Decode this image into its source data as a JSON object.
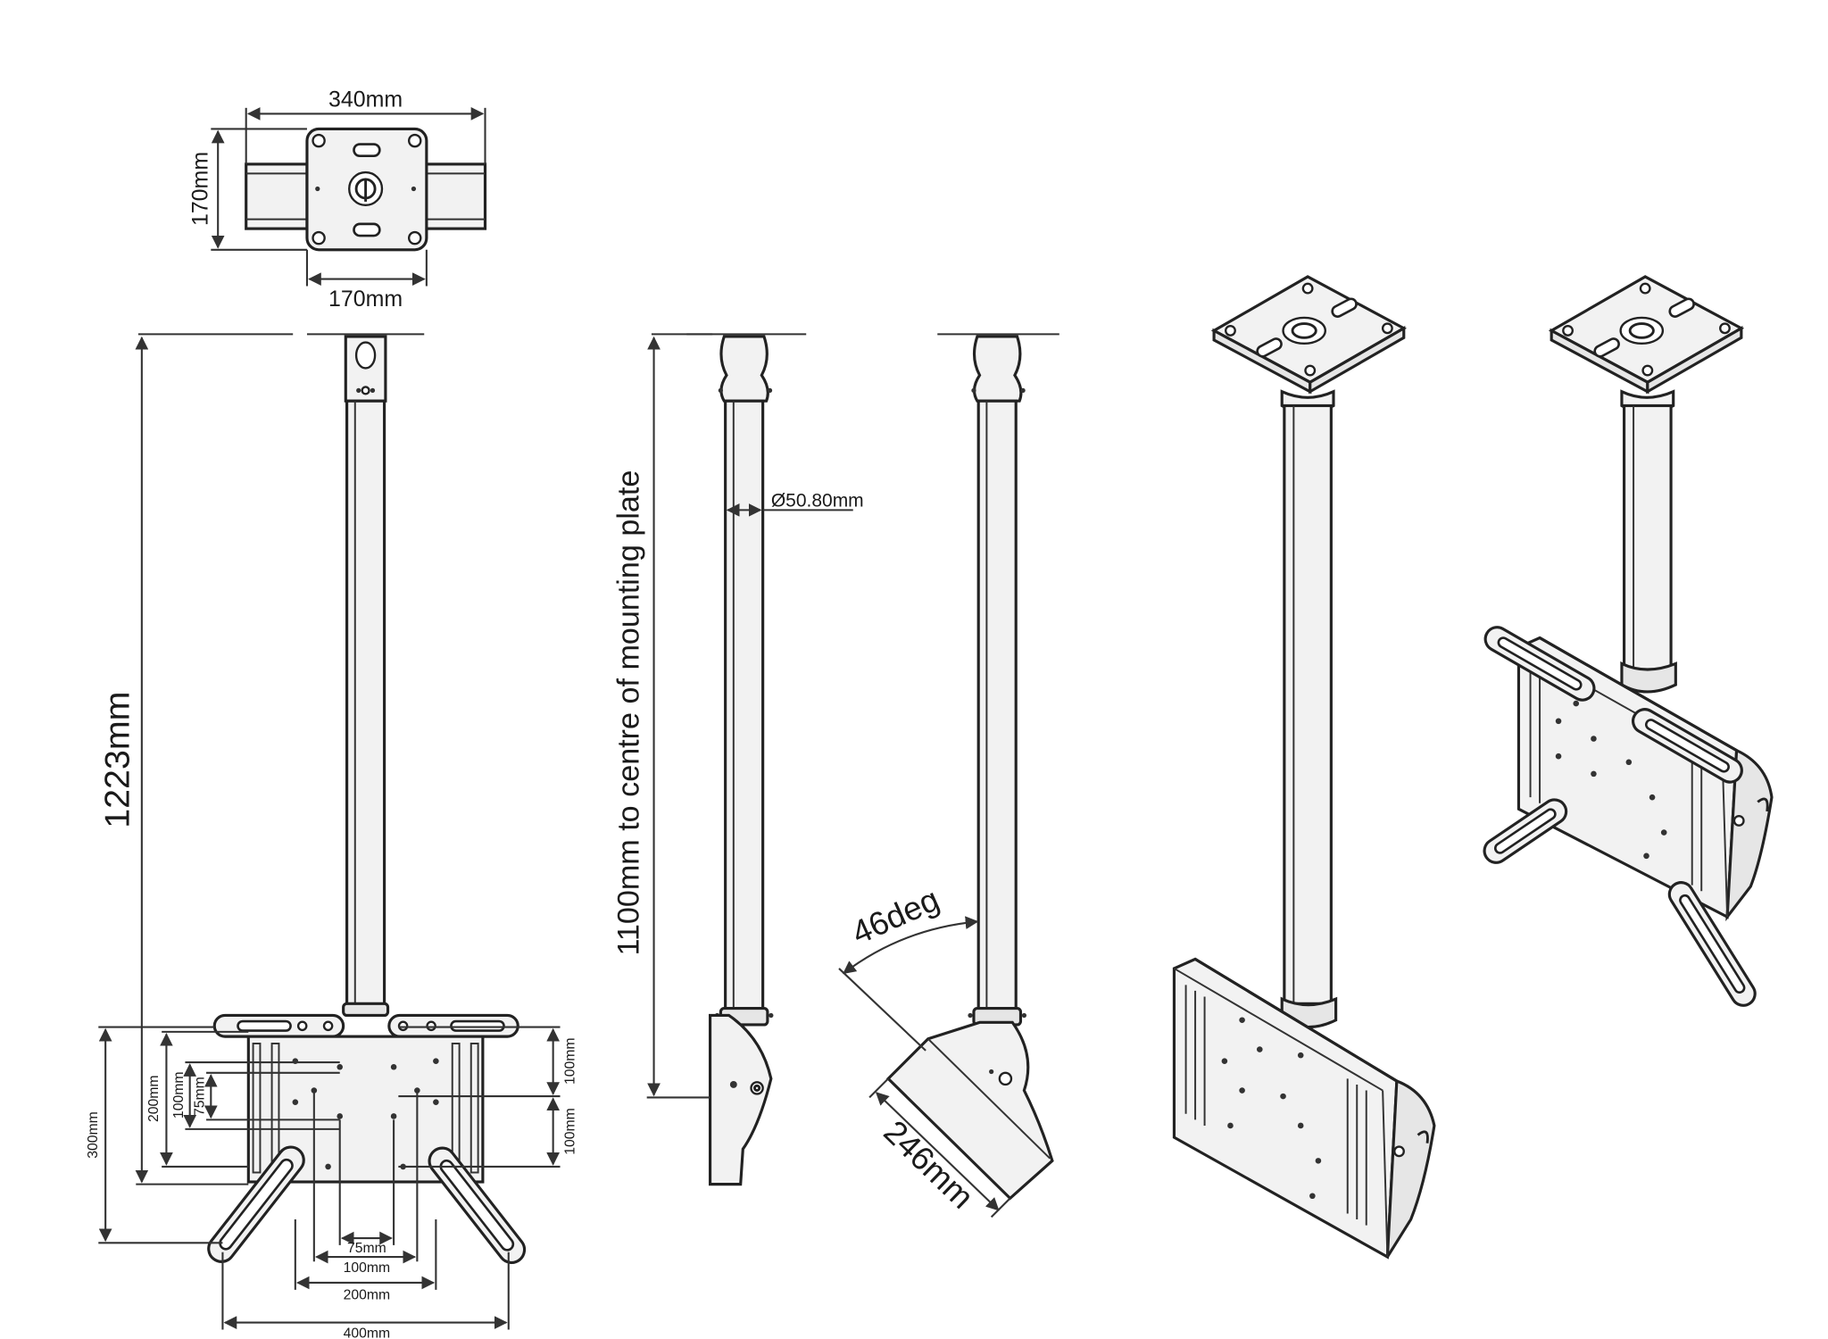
{
  "labels": {
    "top_width": "340mm",
    "top_height": "170mm",
    "plate_width": "170mm",
    "overall_height": "1223mm",
    "pole_length": "1100mm to centre of mounting plate",
    "pole_diameter": "Ø50.80mm",
    "tilt_angle": "46deg",
    "tilt_length": "246mm",
    "vesa_300": "300mm",
    "vesa_200_v": "200mm",
    "vesa_100_v": "100mm",
    "vesa_75_v": "75mm",
    "vesa_100_r1": "100mm",
    "vesa_100_r2": "100mm",
    "vesa_75_h": "75mm",
    "vesa_100_h": "100mm",
    "vesa_200_h": "200mm",
    "vesa_400_h": "400mm"
  }
}
